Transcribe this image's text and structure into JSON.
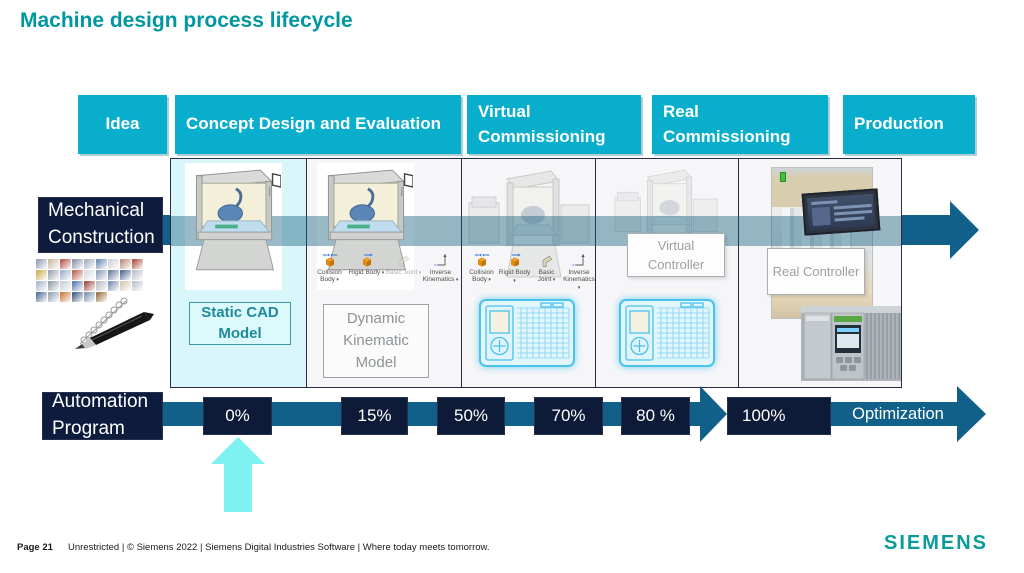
{
  "title": "Machine design process lifecycle",
  "phases": [
    {
      "label": "Idea"
    },
    {
      "label": "Concept Design and Evaluation"
    },
    {
      "label": "Virtual Commissioning"
    },
    {
      "label": "Real Commissioning"
    },
    {
      "label": "Production"
    }
  ],
  "swimlanes": {
    "mechanical": {
      "label": "Mechanical Construction"
    },
    "automation": {
      "label": "Automation Program"
    }
  },
  "models": {
    "static_cad": "Static CAD Model",
    "dynamic_kinematic": "Dynamic Kinematic Model",
    "virtual_controller": "Virtual Controller",
    "real_controller": "Real Controller"
  },
  "toolbar": {
    "items": [
      {
        "label": "Collision Body"
      },
      {
        "label": "Rigid Body"
      },
      {
        "label": "Basic Joint"
      },
      {
        "label": "Inverse Kinematics"
      }
    ]
  },
  "progress": {
    "values": [
      "0%",
      "15%",
      "50%",
      "70%",
      "80 %",
      "100%"
    ],
    "optimization": "Optimization"
  },
  "footer": {
    "page": "Page 21",
    "legal": "Unrestricted | © Siemens 2022 | Siemens Digital Industries Software | Where today meets tomorrow.",
    "brand": "SIEMENS"
  },
  "colors": {
    "header_cyan": "#0AAECD",
    "title_teal": "#0097A0",
    "navy": "#0D1B3D",
    "arrow_blue": "#11608A",
    "highlight_cyan": "#7DF2F0"
  },
  "collage": {
    "tiles": [
      "#8a93a8",
      "#c2b49a",
      "#b0433a",
      "#7e8aa0",
      "#9aa5b5",
      "#5b7fae",
      "#c9cdd3",
      "#b7836a",
      "#a33d2f",
      "#c8a84b",
      "#8f9aa6",
      "#97a8c0",
      "#b65040",
      "#d3d7dc",
      "#7f96b2",
      "#5d6f92",
      "#3e5a8c",
      "#b0b8c2",
      "#9fb3c8",
      "#87949e",
      "#c4c9cf",
      "#4a6da8",
      "#963b2e",
      "#adb6bf",
      "#6c84ab",
      "#d0c6a8",
      "#b5bdc6",
      "#41618f",
      "#8898ab",
      "#c2702e",
      "#2f4a78",
      "#7388a5",
      "#93622f"
    ]
  }
}
